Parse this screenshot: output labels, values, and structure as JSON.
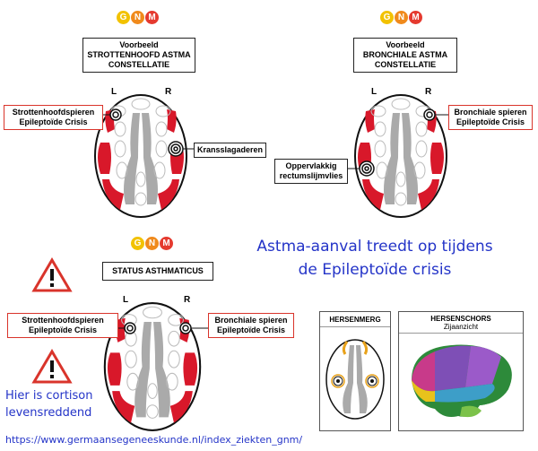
{
  "logo": {
    "letters": [
      "G",
      "N",
      "M"
    ],
    "colors": [
      "#f2c200",
      "#f08a1c",
      "#e53a2f"
    ]
  },
  "panel1": {
    "title_lines": [
      "Voorbeeld",
      "STROTTENHOOFD ASTMA",
      "CONSTELLATIE"
    ],
    "left": "L",
    "right": "R",
    "label_a_lines": [
      "Strottenhoofdspieren",
      "Epileptoïde Crisis"
    ],
    "label_b": "Kransslagaderen"
  },
  "panel2": {
    "title_lines": [
      "Voorbeeld",
      "BRONCHIALE ASTMA",
      "CONSTELLATIE"
    ],
    "left": "L",
    "right": "R",
    "label_a_lines": [
      "Bronchiale spieren",
      "Epileptoïde Crisis"
    ],
    "label_b_lines": [
      "Oppervlakkig",
      "rectumslijmvlies"
    ]
  },
  "panel3": {
    "title": "STATUS ASTHMATICUS",
    "left": "L",
    "right": "R",
    "label_a_lines": [
      "Strottenhoofdspieren",
      "Epileptoïde Crisis"
    ],
    "label_b_lines": [
      "Bronchiale spieren",
      "Epileptoïde Crisis"
    ]
  },
  "headline_lines": [
    "Astma-aanval treedt op tijdens",
    "de Epileptoïde crisis"
  ],
  "note_lines": [
    "Hier is cortison",
    "levensreddend"
  ],
  "hersenmerg": {
    "title": "HERSENMERG"
  },
  "hersenschors": {
    "title": "HERSENSCHORS",
    "subtitle": "Zijaanzicht"
  },
  "url": "https://www.germaansegeneeskunde.nl/index_ziekten_gnm/"
}
